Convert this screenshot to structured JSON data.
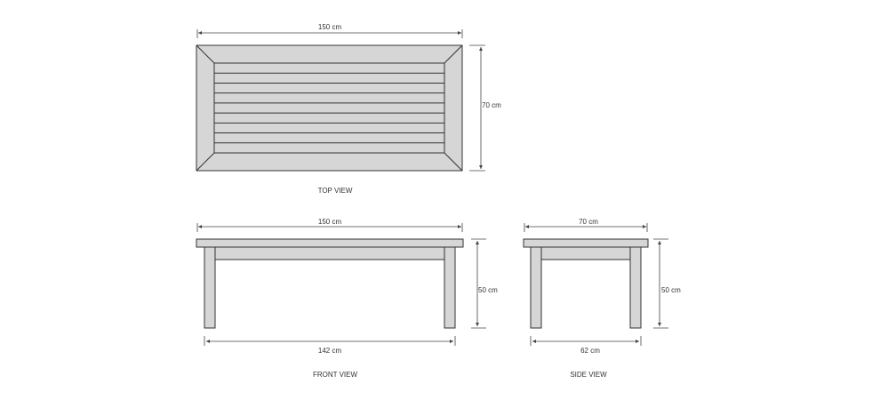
{
  "colors": {
    "wood_fill": "#d6d6d6",
    "outline": "#333333",
    "dimension_line": "#444444",
    "background": "#ffffff"
  },
  "top_view": {
    "caption": "TOP VIEW",
    "width_label": "150 cm",
    "depth_label": "70 cm",
    "slat_count": 9
  },
  "front_view": {
    "caption": "FRONT VIEW",
    "width_label": "150 cm",
    "height_label": "50 cm",
    "leg_span_label": "142 cm"
  },
  "side_view": {
    "caption": "SIDE VIEW",
    "width_label": "70 cm",
    "height_label": "50 cm",
    "leg_span_label": "62 cm"
  }
}
